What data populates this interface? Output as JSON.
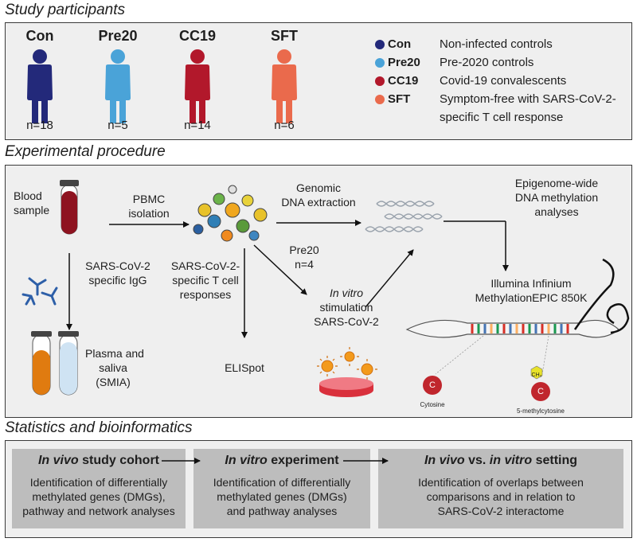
{
  "sections": {
    "participants_title": "Study participants",
    "procedure_title": "Experimental procedure",
    "stats_title": "Statistics and bioinformatics"
  },
  "groups": [
    {
      "code": "Con",
      "n": "n=18",
      "color": "#23297a",
      "desc": "Non-infected controls"
    },
    {
      "code": "Pre20",
      "n": "n=5",
      "color": "#4aa3d8",
      "desc": "Pre-2020 controls"
    },
    {
      "code": "CC19",
      "n": "n=14",
      "color": "#b2182b",
      "desc": "Covid-19 convalescents"
    },
    {
      "code": "SFT",
      "n": "n=6",
      "color": "#ea6a4c",
      "desc": "Symptom-free with SARS-CoV-2-",
      "desc2": "specific T cell response"
    }
  ],
  "procedure": {
    "blood_sample": [
      "Blood",
      "sample"
    ],
    "pbmc_isolation": [
      "PBMC",
      "isolation"
    ],
    "genomic_dna": [
      "Genomic",
      "DNA extraction"
    ],
    "epigenome": [
      "Epigenome-wide",
      "DNA methylation",
      "analyses"
    ],
    "igg": [
      "SARS-CoV-2",
      "specific IgG"
    ],
    "tcell": [
      "SARS-CoV-2-",
      "specific T cell",
      "responses"
    ],
    "pre20": [
      "Pre20",
      "n=4"
    ],
    "in_vitro_italic": "In vitro",
    "stimulation": [
      "stimulation",
      "SARS-CoV-2"
    ],
    "illumina": [
      "Illumina Infinium",
      "MethylationEPIC 850K"
    ],
    "plasma": [
      "Plasma and",
      "saliva",
      "(SMIA)"
    ],
    "elispot": "ELISpot",
    "cytosine": "Cytosine",
    "methylcytosine": "5-methylcytosine",
    "c_letter": "C",
    "ch3": "CH₃"
  },
  "stats": [
    {
      "title_italic": "In vivo",
      "title_rest": " study cohort",
      "title_rest2": "",
      "title_italic2": "",
      "body": [
        "Identification of differentially",
        "methylated genes (DMGs),",
        "pathway and network analyses"
      ]
    },
    {
      "title_italic": "In vitro",
      "title_rest": " experiment",
      "title_rest2": "",
      "title_italic2": "",
      "body": [
        "Identification of differentially",
        "methylated genes (DMGs)",
        "and pathway analyses"
      ]
    },
    {
      "title_italic": "In vivo",
      "title_rest": " vs. ",
      "title_italic2": "in vitro",
      "title_rest2": " setting",
      "body": [
        "Identification of overlaps between",
        "comparisons and in relation to",
        "SARS-CoV-2 interactome"
      ]
    }
  ],
  "colors": {
    "blood": "#8e1320",
    "plasma_orange": "#e07b10",
    "saliva_blue": "#cfe3f3",
    "virus": "#f39a1c",
    "dish": "#d9303c",
    "antibody": "#2d5fa8",
    "panel_bg": "#efefef",
    "stat_box": "#bdbdbd"
  }
}
